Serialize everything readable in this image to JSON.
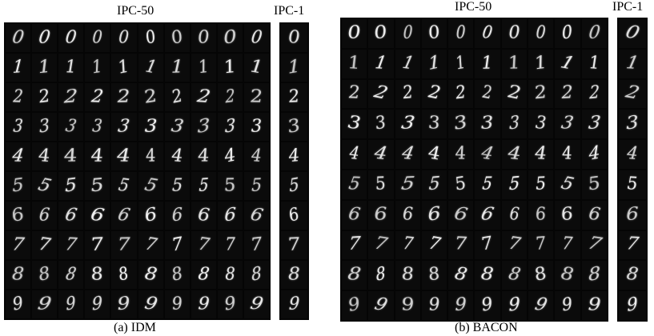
{
  "figure": {
    "idm": {
      "ipc50_label": "IPC-50",
      "ipc1_label": "IPC-1",
      "caption": "(a) IDM"
    },
    "bacon": {
      "ipc50_label": "IPC-50",
      "ipc1_label": "IPC-1",
      "caption": "(b) BACON"
    },
    "digit_rows": [
      "0",
      "1",
      "2",
      "3",
      "4",
      "5",
      "6",
      "7",
      "8",
      "9"
    ],
    "samples_per_row_ipc50": 10,
    "samples_per_row_ipc1": 1
  }
}
